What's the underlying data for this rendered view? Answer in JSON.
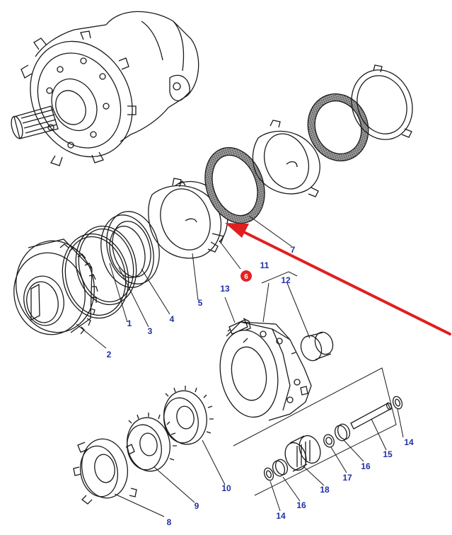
{
  "diagram": {
    "colors": {
      "line": "#1a1a1a",
      "label": "#1f2fa6",
      "arrow": "#e01f1f",
      "highlight_badge": "#e52222",
      "friction_disc": "#777777"
    },
    "highlighted_part": "6",
    "labels": {
      "p1": "1",
      "p2": "2",
      "p3": "3",
      "p4": "4",
      "p5": "5",
      "p6": "6",
      "p7": "7",
      "p8": "8",
      "p9": "9",
      "p10": "10",
      "p11": "11",
      "p12": "12",
      "p13": "13",
      "p14a": "14",
      "p14b": "14",
      "p15": "15",
      "p16a": "16",
      "p16b": "16",
      "p17": "17",
      "p18": "18"
    }
  }
}
